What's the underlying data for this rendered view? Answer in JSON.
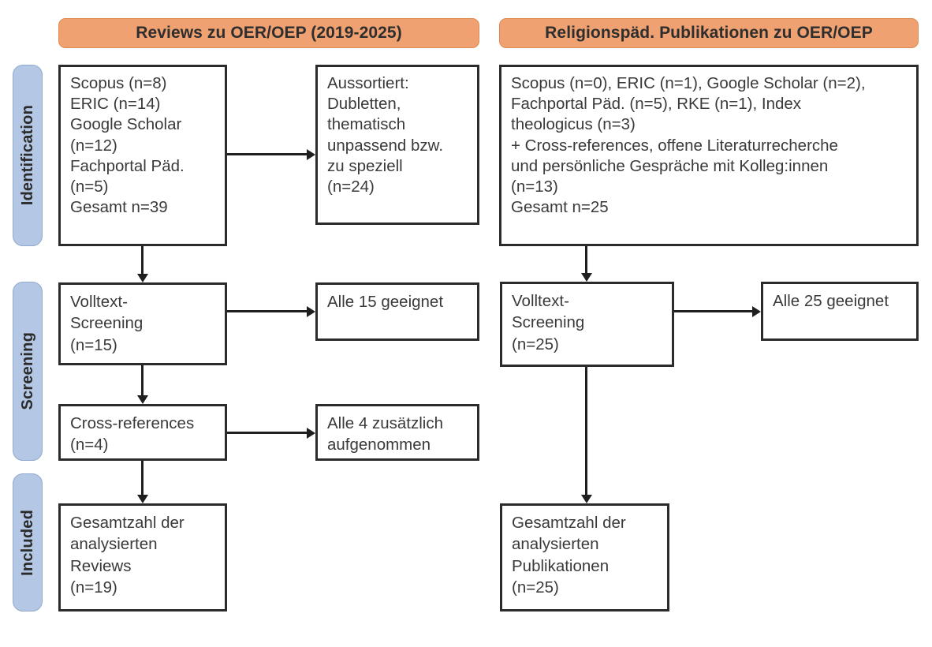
{
  "figure": {
    "type": "prisma-flow-diagram",
    "colors": {
      "header_fill": "#EFA171",
      "header_border": "#E08A52",
      "stage_fill": "#B4C7E4",
      "stage_border": "#91A9CF",
      "box_border": "#2b2b2b",
      "text": "#3a3a3a",
      "background": "#ffffff"
    }
  },
  "columns": [
    {
      "id": "reviews",
      "header": "Reviews zu OER/OEP (2019-2025)"
    },
    {
      "id": "religionspaed",
      "header": "Religionspäd. Publikationen zu OER/OEP"
    }
  ],
  "stages": [
    {
      "id": "identification",
      "label": "Identification"
    },
    {
      "id": "screening",
      "label": "Screening"
    },
    {
      "id": "included",
      "label": "Included"
    }
  ],
  "boxes": {
    "left_identification": "Scopus (n=8)\nERIC (n=14)\nGoogle Scholar\n(n=12)\nFachportal Päd.\n(n=5)\nGesamt n=39",
    "left_excluded": "Aussortiert:\nDubletten,\nthematisch\nunpassend bzw.\nzu speziell\n(n=24)",
    "left_fulltext": "Volltext-\nScreening\n(n=15)",
    "left_fulltext_result": "Alle 15 geeignet",
    "left_crossrefs": "Cross-references\n(n=4)",
    "left_crossrefs_result": "Alle 4 zusätzlich\naufgenommen",
    "left_included": "Gesamtzahl der\nanalysierten\nReviews\n(n=19)",
    "right_identification": "Scopus (n=0), ERIC (n=1), Google Scholar (n=2),\nFachportal Päd. (n=5), RKE (n=1), Index\ntheologicus (n=3)\n+ Cross-references, offene Literaturrecherche\nund persönliche Gespräche mit Kolleg:innen\n(n=13)\nGesamt n=25",
    "right_fulltext": "Volltext-\nScreening\n(n=25)",
    "right_fulltext_result": "Alle 25 geeignet",
    "right_included": "Gesamtzahl der\nanalysierten\nPublikationen\n(n=25)"
  },
  "chart_data": {
    "type": "table",
    "title": "PRISMA-Flussdiagramm: Reviews zu OER/OEP und religionspädagogische Publikationen",
    "left_column": {
      "name": "Reviews zu OER/OEP (2019-2025)",
      "sources": [
        {
          "source": "Scopus",
          "n": 8
        },
        {
          "source": "ERIC",
          "n": 14
        },
        {
          "source": "Google Scholar",
          "n": 12
        },
        {
          "source": "Fachportal Päd.",
          "n": 5
        }
      ],
      "total_identified": 39,
      "excluded": {
        "reason": "Dubletten, thematisch unpassend bzw. zu speziell",
        "n": 24
      },
      "fulltext_screening": 15,
      "fulltext_eligible": 15,
      "cross_references": 4,
      "cross_references_added": 4,
      "included": 19
    },
    "right_column": {
      "name": "Religionspäd. Publikationen zu OER/OEP",
      "sources": [
        {
          "source": "Scopus",
          "n": 0
        },
        {
          "source": "ERIC",
          "n": 1
        },
        {
          "source": "Google Scholar",
          "n": 2
        },
        {
          "source": "Fachportal Päd.",
          "n": 5
        },
        {
          "source": "RKE",
          "n": 1
        },
        {
          "source": "Index theologicus",
          "n": 3
        },
        {
          "source": "Cross-references, offene Literaturrecherche und persönliche Gespräche mit Kolleg:innen",
          "n": 13
        }
      ],
      "total_identified": 25,
      "fulltext_screening": 25,
      "fulltext_eligible": 25,
      "included": 25
    }
  }
}
